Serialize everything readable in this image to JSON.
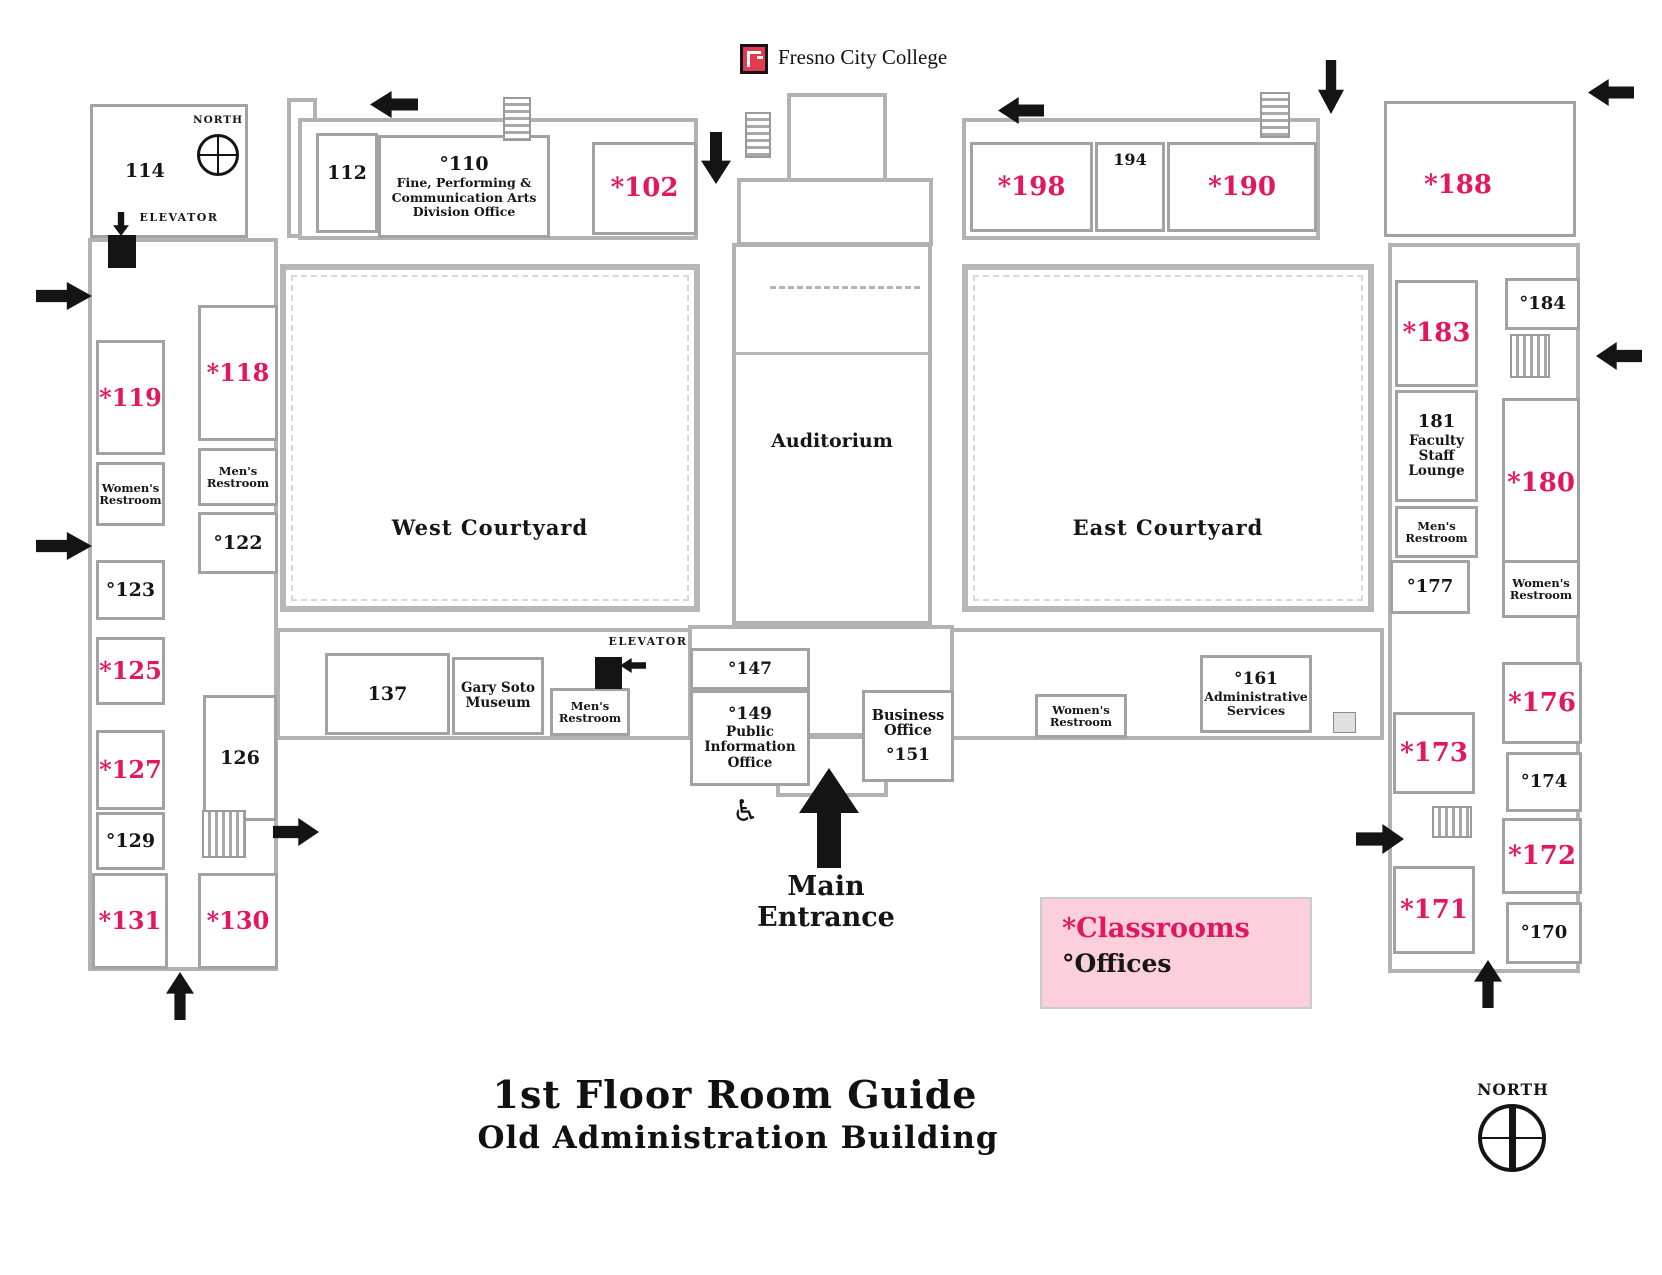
{
  "header": {
    "college_name": "Fresno City College"
  },
  "footer": {
    "title_line1": "1st Floor Room Guide",
    "title_line2": "Old Administration Building"
  },
  "legend": {
    "classrooms": "*Classrooms",
    "offices": "°Offices"
  },
  "compass": {
    "north_label": "NORTH"
  },
  "entrance": {
    "main_label": "Main\nEntrance"
  },
  "elevator": {
    "label": "ELEVATOR"
  },
  "areas": {
    "west_courtyard": "West Courtyard",
    "east_courtyard": "East Courtyard",
    "auditorium": "Auditorium"
  },
  "icons": {
    "wheelchair": "♿"
  },
  "colors": {
    "classroom_accent": "#e3175f",
    "office_text": "#161616",
    "legend_background": "#fbd0dc",
    "logo_red": "#e23a50",
    "wall_gray": "#b2b2b2"
  },
  "rooms": {
    "r114": {
      "label": "114"
    },
    "r112": {
      "label": "112"
    },
    "r110": {
      "label": "°110",
      "sub": "Fine, Performing &\nCommunication Arts\nDivision Office"
    },
    "r102": {
      "label": "*102"
    },
    "r198": {
      "label": "*198"
    },
    "r194": {
      "label": "194"
    },
    "r190": {
      "label": "*190"
    },
    "r188": {
      "label": "*188"
    },
    "r119": {
      "label": "*119"
    },
    "r118": {
      "label": "*118"
    },
    "mens_restroom_nw": {
      "label": "Men's\nRestroom"
    },
    "womens_restroom_w": {
      "label": "Women's\nRestroom"
    },
    "r122": {
      "label": "°122"
    },
    "r123": {
      "label": "°123"
    },
    "r125": {
      "label": "*125"
    },
    "r127": {
      "label": "*127"
    },
    "r129": {
      "label": "°129"
    },
    "r131": {
      "label": "*131"
    },
    "r130": {
      "label": "*130"
    },
    "r126": {
      "label": "126"
    },
    "r137": {
      "label": "137"
    },
    "gary_soto_museum": {
      "label": "Gary Soto\nMuseum"
    },
    "mens_restroom_s": {
      "label": "Men's\nRestroom"
    },
    "r147": {
      "label": "°147"
    },
    "r149": {
      "label": "°149",
      "sub": "Public\nInformation\nOffice"
    },
    "business_office": {
      "label": "Business\nOffice"
    },
    "r151": {
      "label": "°151"
    },
    "womens_restroom_s": {
      "label": "Women's\nRestroom"
    },
    "r161": {
      "label": "°161",
      "sub": "Administrative\nServices"
    },
    "r183": {
      "label": "*183"
    },
    "r184": {
      "label": "°184"
    },
    "r181": {
      "label": "181",
      "sub": "Faculty\nStaff\nLounge"
    },
    "r180": {
      "label": "*180"
    },
    "mens_restroom_e": {
      "label": "Men's\nRestroom"
    },
    "r177": {
      "label": "°177"
    },
    "womens_restroom_e": {
      "label": "Women's\nRestroom"
    },
    "r176": {
      "label": "*176"
    },
    "r174": {
      "label": "°174"
    },
    "r172": {
      "label": "*172"
    },
    "r170": {
      "label": "°170"
    },
    "r171": {
      "label": "*171"
    },
    "r173": {
      "label": "*173"
    }
  }
}
